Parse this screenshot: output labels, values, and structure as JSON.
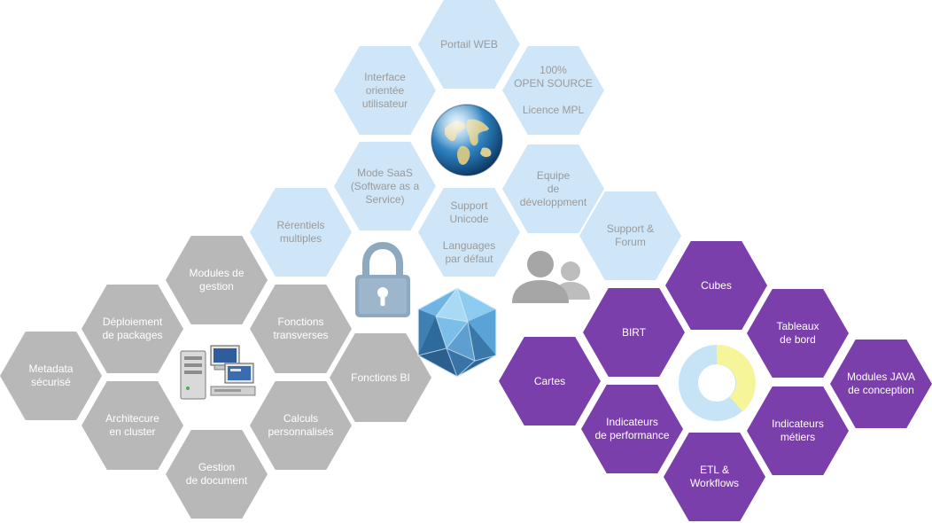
{
  "colors": {
    "light_hex": "#cfe6f8",
    "gray_hex": "#b8b8b8",
    "purple_hex": "#7b3fab",
    "light_text": "#9a9a9a",
    "dark_text": "#ffffff"
  },
  "top_cluster": {
    "portail": "Portail WEB",
    "interface": "Interface\norientée\nutilisateur",
    "open_source": "100%\nOPEN SOURCE\n\nLicence MPL",
    "mode_saas": "Mode SaaS\n(Software as a\nService)",
    "equipe": "Equipe\nde développment",
    "referentiels": "Rérentiels\nmultiples",
    "support_unicode": "Support\nUnicode\n\nLanguages\npar défaut",
    "support_forum": "Support &\nForum"
  },
  "left_cluster": {
    "modules_gestion": "Modules de\ngestion",
    "deploiement": "Déploiement\nde packages",
    "fonctions_transverses": "Fonctions\ntransverses",
    "metadata": "Metadata\nsécurisé",
    "fonctions_bi": "Fonctions BI",
    "architecture": "Architecure\nen cluster",
    "calculs": "Calculs\npersonnalisés",
    "gestion_document": "Gestion\nde document"
  },
  "right_cluster": {
    "cubes": "Cubes",
    "birt": "BIRT",
    "tableaux": "Tableaux\nde bord",
    "cartes": "Cartes",
    "modules_java": "Modules JAVA\nde conception",
    "indicateurs_perf": "Indicateurs\nde performance",
    "indicateurs_metiers": "Indicateurs\nmétiers",
    "etl": "ETL &\nWorkflows"
  },
  "icons": [
    "globe-icon",
    "padlock-icon",
    "users-icon",
    "crystal-icon",
    "servers-icon",
    "donut-chart-icon"
  ]
}
